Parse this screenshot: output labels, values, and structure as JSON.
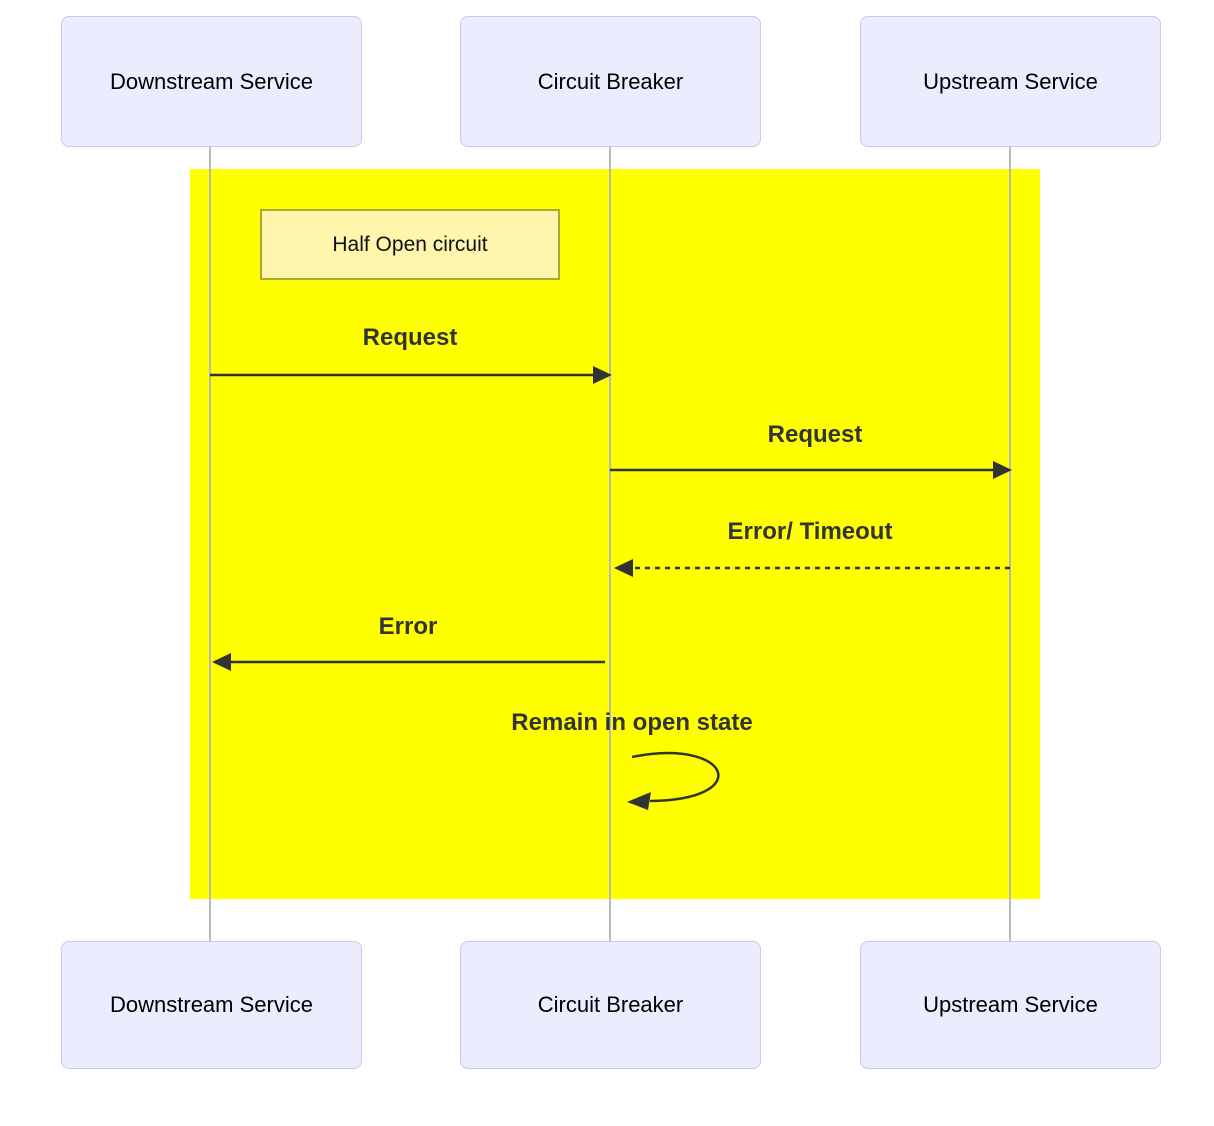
{
  "diagram": {
    "type": "sequence-diagram",
    "actors": [
      {
        "id": "downstream",
        "label": "Downstream Service"
      },
      {
        "id": "circuit-breaker",
        "label": "Circuit Breaker"
      },
      {
        "id": "upstream",
        "label": "Upstream Service"
      }
    ],
    "note": {
      "label": "Half Open circuit"
    },
    "messages": [
      {
        "from": "downstream",
        "to": "circuit-breaker",
        "label": "Request",
        "style": "solid"
      },
      {
        "from": "circuit-breaker",
        "to": "upstream",
        "label": "Request",
        "style": "solid"
      },
      {
        "from": "upstream",
        "to": "circuit-breaker",
        "label": "Error/ Timeout",
        "style": "dashed"
      },
      {
        "from": "circuit-breaker",
        "to": "downstream",
        "label": "Error",
        "style": "solid"
      },
      {
        "from": "circuit-breaker",
        "to": "circuit-breaker",
        "label": "Remain in open state",
        "style": "self-loop"
      }
    ],
    "colors": {
      "highlight": "#FFFF00",
      "actor_fill": "#ECECFF",
      "actor_border": "#CFC6EC",
      "note_fill": "#FFF5AD",
      "note_border": "#AAAA33",
      "lifeline": "#B9B9B9",
      "message": "#333333"
    }
  }
}
